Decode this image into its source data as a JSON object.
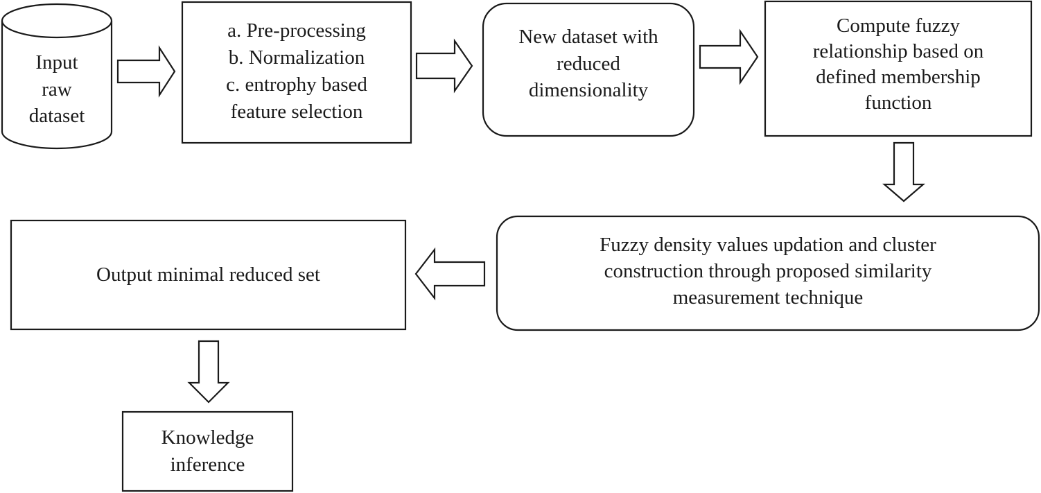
{
  "nodes": {
    "input": {
      "lines": [
        "Input",
        "raw",
        "dataset"
      ]
    },
    "steps": {
      "lines": [
        "a. Pre-processing",
        "b. Normalization",
        "c. entrophy based",
        "feature selection"
      ]
    },
    "new_dataset": {
      "lines": [
        "New dataset with",
        "reduced",
        "dimensionality"
      ]
    },
    "compute": {
      "lines": [
        "Compute fuzzy",
        "relationship based on",
        "defined membership",
        "function"
      ]
    },
    "fuzzy_density": {
      "lines": [
        "Fuzzy density values updation and cluster",
        "construction through proposed similarity",
        "measurement technique"
      ]
    },
    "output": {
      "lines": [
        "Output minimal reduced set"
      ]
    },
    "knowledge": {
      "lines": [
        "Knowledge",
        "inference"
      ]
    }
  }
}
